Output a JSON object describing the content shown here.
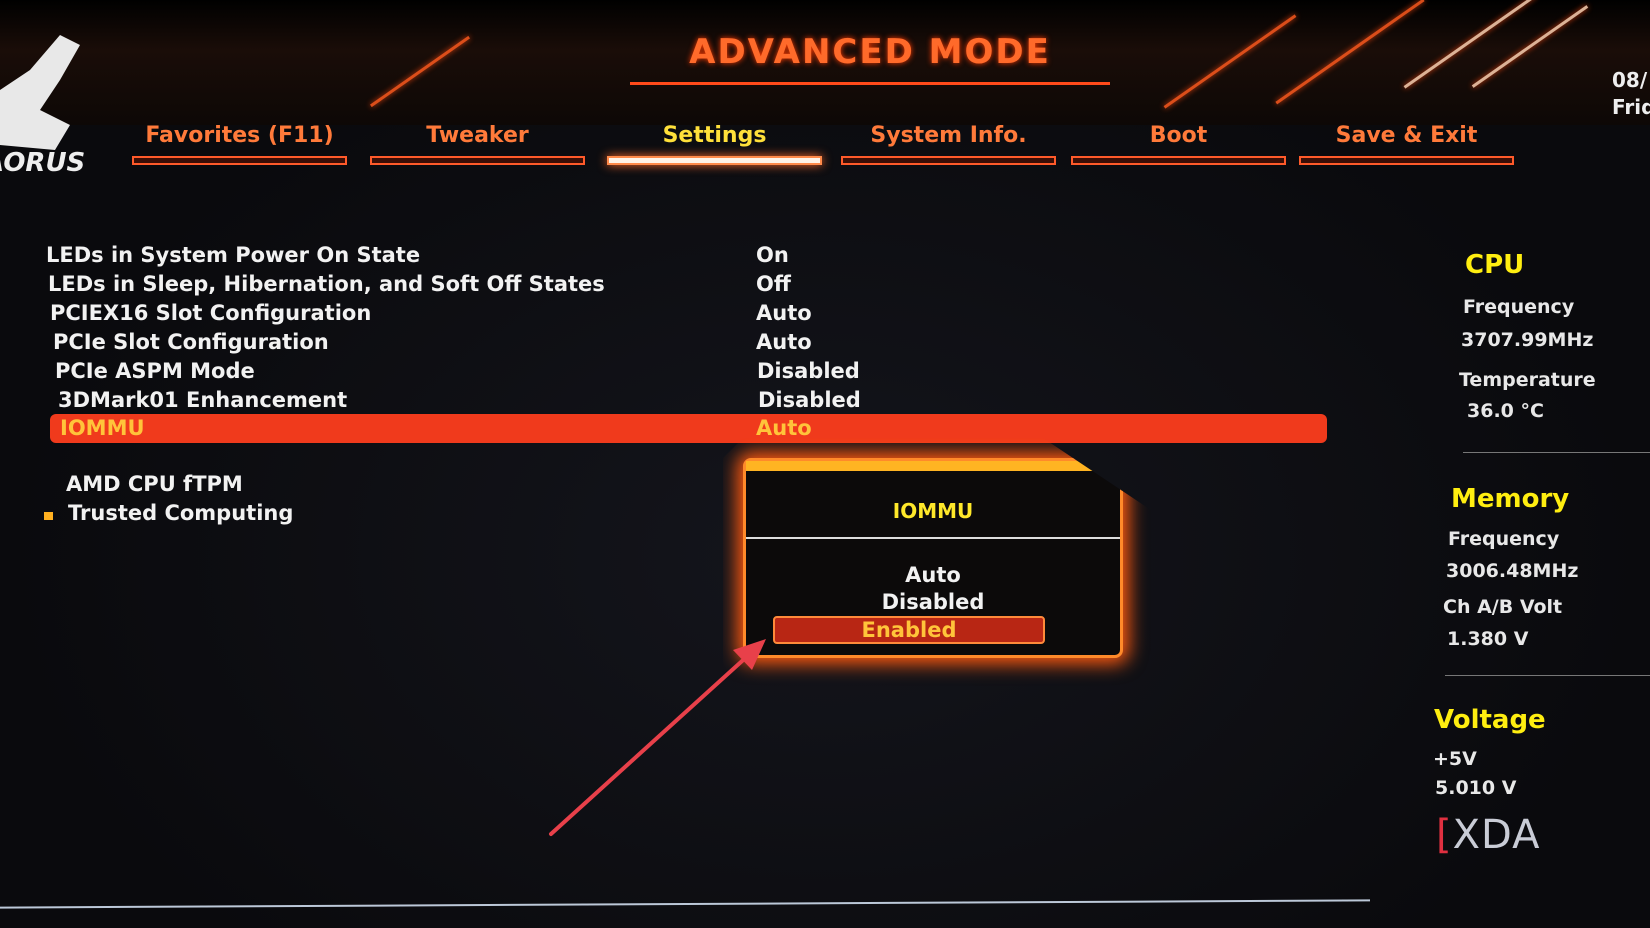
{
  "header": {
    "title": "ADVANCED MODE",
    "logo": "AORUS",
    "date_partial": "08/",
    "day_partial": "Frid"
  },
  "tabs": [
    {
      "label": "Favorites (F11)",
      "active": false
    },
    {
      "label": "Tweaker",
      "active": false
    },
    {
      "label": "Settings",
      "active": true
    },
    {
      "label": "System Info.",
      "active": false
    },
    {
      "label": "Boot",
      "active": false
    },
    {
      "label": "Save & Exit",
      "active": false
    }
  ],
  "settings": [
    {
      "label": "LEDs in System Power On State",
      "value": "On"
    },
    {
      "label": "LEDs in Sleep, Hibernation, and Soft Off States",
      "value": "Off"
    },
    {
      "label": "PCIEX16 Slot Configuration",
      "value": "Auto"
    },
    {
      "label": "PCIe Slot Configuration",
      "value": "Auto"
    },
    {
      "label": "PCIe ASPM Mode",
      "value": "Disabled"
    },
    {
      "label": "3DMark01 Enhancement",
      "value": "Disabled"
    },
    {
      "label": "IOMMU",
      "value": "Auto",
      "selected": true
    }
  ],
  "submenus": [
    {
      "label": "AMD CPU fTPM"
    },
    {
      "label": "Trusted Computing"
    }
  ],
  "popup": {
    "title": "IOMMU",
    "options": [
      "Auto",
      "Disabled",
      "Enabled"
    ],
    "highlighted": "Enabled"
  },
  "panel": {
    "cpu": {
      "heading": "CPU",
      "freq_label": "Frequency",
      "freq": "3707.99MHz",
      "temp_label": "Temperature",
      "temp": "36.0 °C"
    },
    "memory": {
      "heading": "Memory",
      "freq_label": "Frequency",
      "freq": "3006.48MHz",
      "volt_label": "Ch A/B Volt",
      "volt": "1.380 V"
    },
    "voltage": {
      "heading": "Voltage",
      "v5_label": "+5V",
      "v5": "5.010 V"
    }
  },
  "watermark": "XDA",
  "colors": {
    "accent": "#ff5a1e",
    "highlight": "#f03a1c",
    "heading": "#ffee10",
    "annotation_arrow": "#e8404a"
  }
}
